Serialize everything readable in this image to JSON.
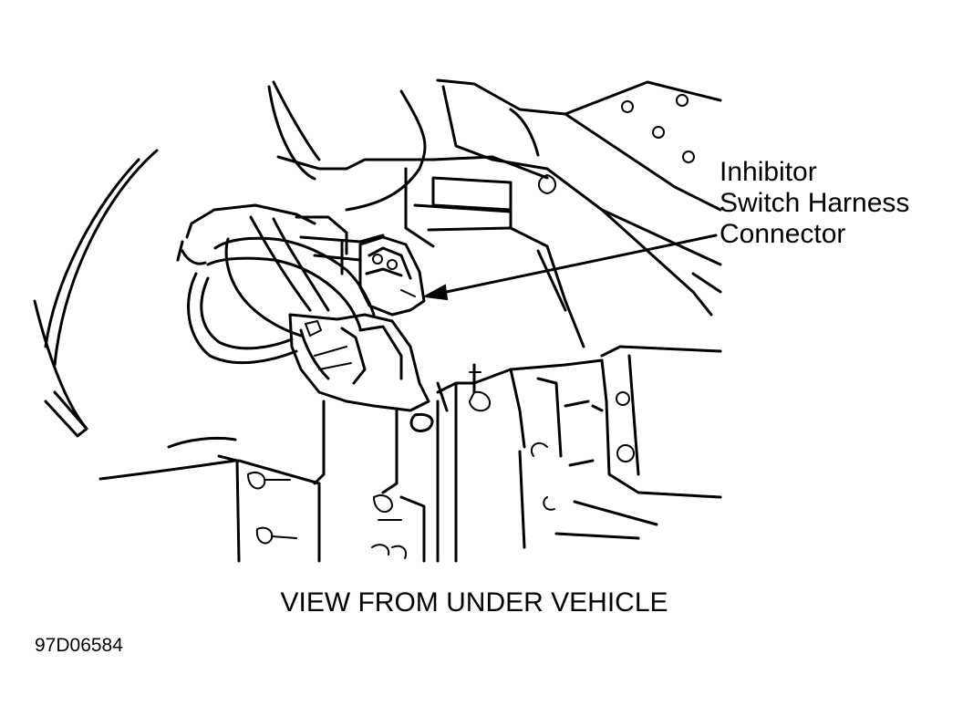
{
  "callout": {
    "lines": [
      "Inhibitor",
      "Switch Harness",
      "Connector"
    ]
  },
  "caption": "VIEW FROM UNDER VEHICLE",
  "figure_id": "97D06584",
  "colors": {
    "ink": "#000000",
    "paper": "#ffffff"
  }
}
